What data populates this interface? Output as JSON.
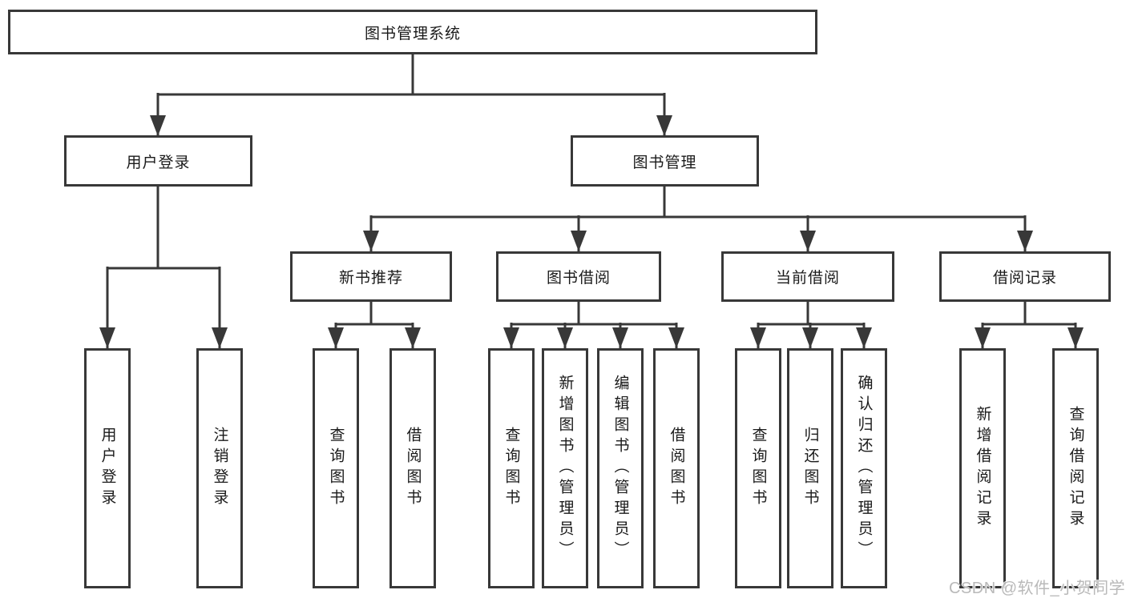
{
  "colors": {
    "line": "#383838",
    "box_border": "#383838",
    "text": "#1a1a1a",
    "watermark": "#b9b9b9",
    "background": "#ffffff"
  },
  "watermark": "CSDN @软件_小贺同学",
  "diagram": {
    "type": "tree",
    "root": {
      "label": "图书管理系统",
      "children": [
        {
          "label": "用户登录",
          "children": [
            {
              "label": "用户登录"
            },
            {
              "label": "注销登录"
            }
          ]
        },
        {
          "label": "图书管理",
          "children": [
            {
              "label": "新书推荐",
              "children": [
                {
                  "label": "查询图书"
                },
                {
                  "label": "借阅图书"
                }
              ]
            },
            {
              "label": "图书借阅",
              "children": [
                {
                  "label": "查询图书"
                },
                {
                  "label": "新增图书（管理员）"
                },
                {
                  "label": "编辑图书（管理员）"
                },
                {
                  "label": "借阅图书"
                }
              ]
            },
            {
              "label": "当前借阅",
              "children": [
                {
                  "label": "查询图书"
                },
                {
                  "label": "归还图书"
                },
                {
                  "label": "确认归还（管理员）"
                }
              ]
            },
            {
              "label": "借阅记录",
              "children": [
                {
                  "label": "新增借阅记录"
                },
                {
                  "label": "查询借阅记录"
                }
              ]
            }
          ]
        }
      ]
    }
  }
}
